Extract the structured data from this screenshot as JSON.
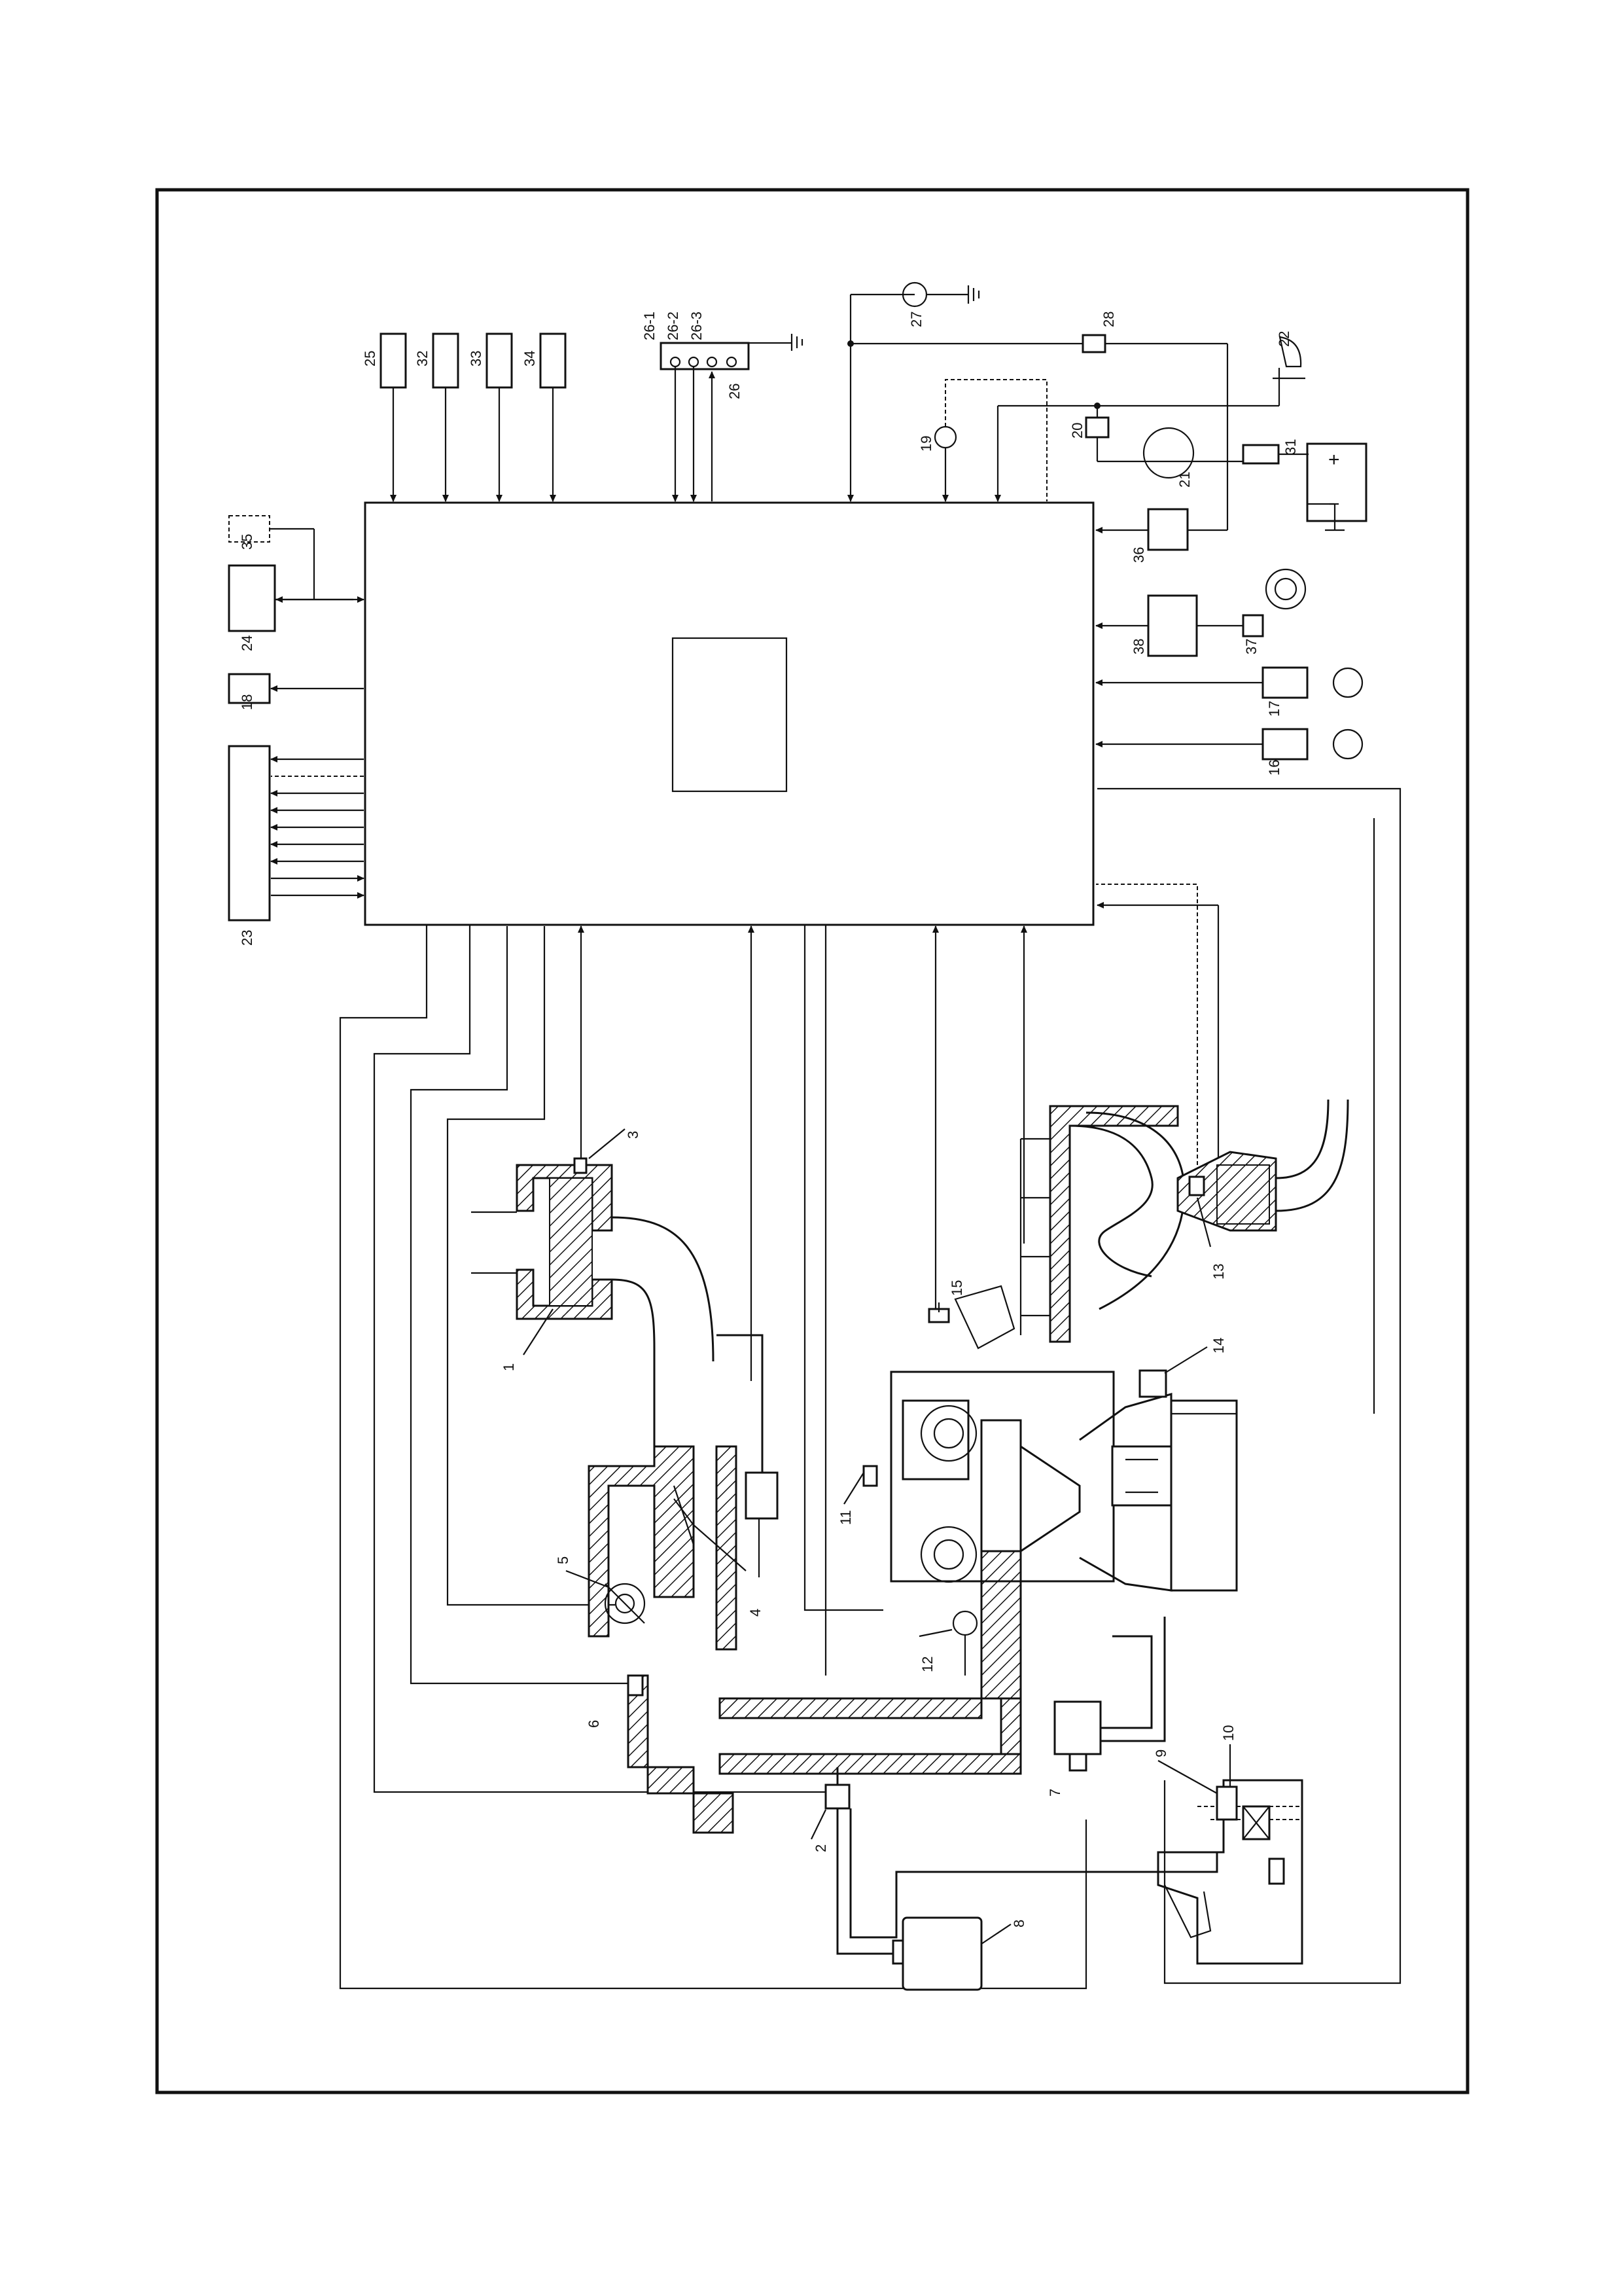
{
  "diagram": {
    "labels": {
      "l1": "1",
      "l2": "2",
      "l3": "3",
      "l4": "4",
      "l5": "5",
      "l6": "6",
      "l7": "7",
      "l8": "8",
      "l9": "9",
      "l10": "10",
      "l11": "11",
      "l12": "12",
      "l13": "13",
      "l14": "14",
      "l15": "15",
      "l16": "16",
      "l17": "17",
      "l18": "18",
      "l19": "19",
      "l20": "20",
      "l21": "21",
      "l22": "22",
      "l23": "23",
      "l24": "24",
      "l25": "25",
      "l26": "26",
      "l26_1": "26-1",
      "l26_2": "26-2",
      "l26_3": "26-3",
      "l27": "27",
      "l28": "28",
      "l31": "31",
      "l32": "32",
      "l33": "33",
      "l34": "34",
      "l35": "35",
      "l36": "36",
      "l37": "37",
      "l38": "38",
      "plus": "+",
      "minus": "−"
    }
  }
}
